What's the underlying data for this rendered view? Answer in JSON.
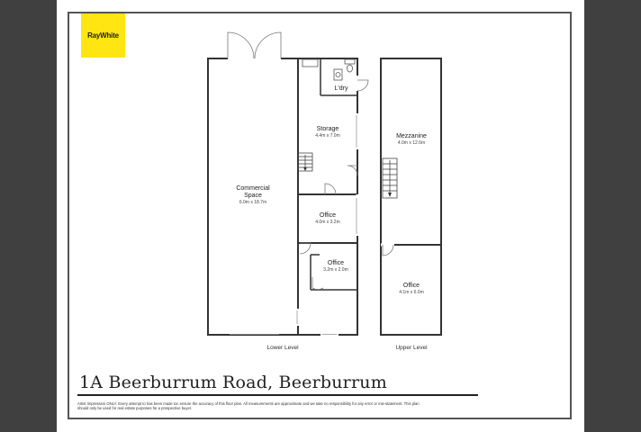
{
  "brand": {
    "logo_text": "RayWhite",
    "logo_color": "#ffe512"
  },
  "rooms": {
    "commercial": {
      "name_line1": "Commercial",
      "name_line2": "Space",
      "size": "6.0m x 18.7m"
    },
    "laundry": {
      "name": "L'dry"
    },
    "storage": {
      "name": "Storage",
      "size": "4.4m x 7.0m"
    },
    "office1": {
      "name": "Office",
      "size": "4.0m x 3.2m"
    },
    "office2": {
      "name": "Office",
      "size": "3.2m x 2.0m"
    },
    "mezzanine": {
      "name": "Mezzanine",
      "size": "4.0m x 12.6m"
    },
    "office3": {
      "name": "Office",
      "size": "4.1m x 6.0m"
    }
  },
  "levels": {
    "lower": "Lower Level",
    "upper": "Upper Level"
  },
  "address": "1A Beerburrum Road, Beerburrum",
  "disclaimer": "Artist Impression ONLY. Every attempt to has been made toc ensure the accuracy of this floor plan. All measurements are approximate and we take no responsibility for any error or mis-statement. This plan should only be used for real estate purposes for a prospective buyer."
}
